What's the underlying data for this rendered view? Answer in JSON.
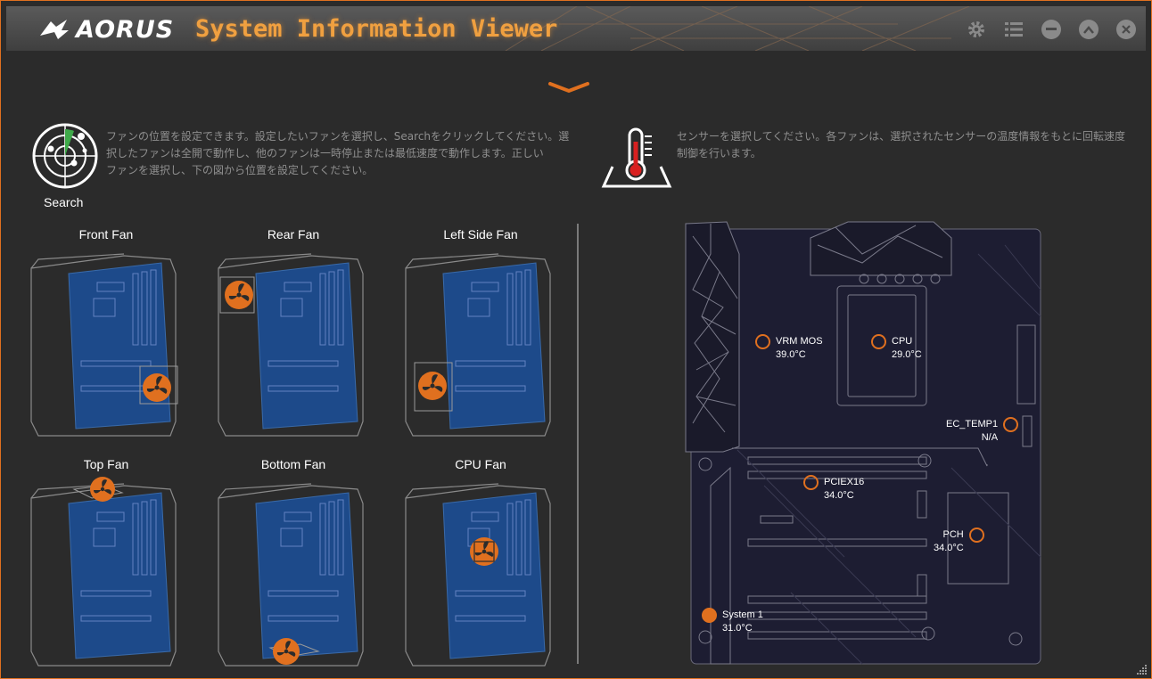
{
  "window": {
    "brand": "AORUS",
    "title": "System Information Viewer",
    "controls": [
      "gear-icon",
      "list-icon",
      "minimize-icon",
      "restore-icon",
      "close-icon"
    ]
  },
  "fan_section": {
    "icon": "radar-icon",
    "search_label": "Search",
    "description_lines": [
      "ファンの位置を設定できます。設定したいファンを選択し、Searchをクリックしてください。選",
      "択したファンは全開で動作し、他のファンは一時停止または最低速度で動作します。正しい",
      "ファンを選択し、下の図から位置を設定してください。"
    ],
    "fans": [
      {
        "label": "Front Fan"
      },
      {
        "label": "Rear Fan"
      },
      {
        "label": "Left Side Fan"
      },
      {
        "label": "Top Fan"
      },
      {
        "label": "Bottom Fan"
      },
      {
        "label": "CPU Fan"
      }
    ]
  },
  "sensor_section": {
    "icon": "thermometer-icon",
    "description_lines": [
      "センサーを選択してください。各ファンは、選択されたセンサーの温度情報をもとに回転速度",
      "制御を行います。"
    ],
    "sensors": [
      {
        "name": "VRM MOS",
        "value": "39.0°C",
        "selected": false
      },
      {
        "name": "CPU",
        "value": "29.0°C",
        "selected": false
      },
      {
        "name": "EC_TEMP1",
        "value": "N/A",
        "selected": false
      },
      {
        "name": "PCIEX16",
        "value": "34.0°C",
        "selected": false
      },
      {
        "name": "PCH",
        "value": "34.0°C",
        "selected": false
      },
      {
        "name": "System 1",
        "value": "31.0°C",
        "selected": true
      }
    ]
  },
  "colors": {
    "accent": "#e0701f",
    "title_text": "#f0a040",
    "panel_bg": "#2b2b2b",
    "board_bg": "#1d1d32",
    "case_screen": "#1d4a8a"
  }
}
